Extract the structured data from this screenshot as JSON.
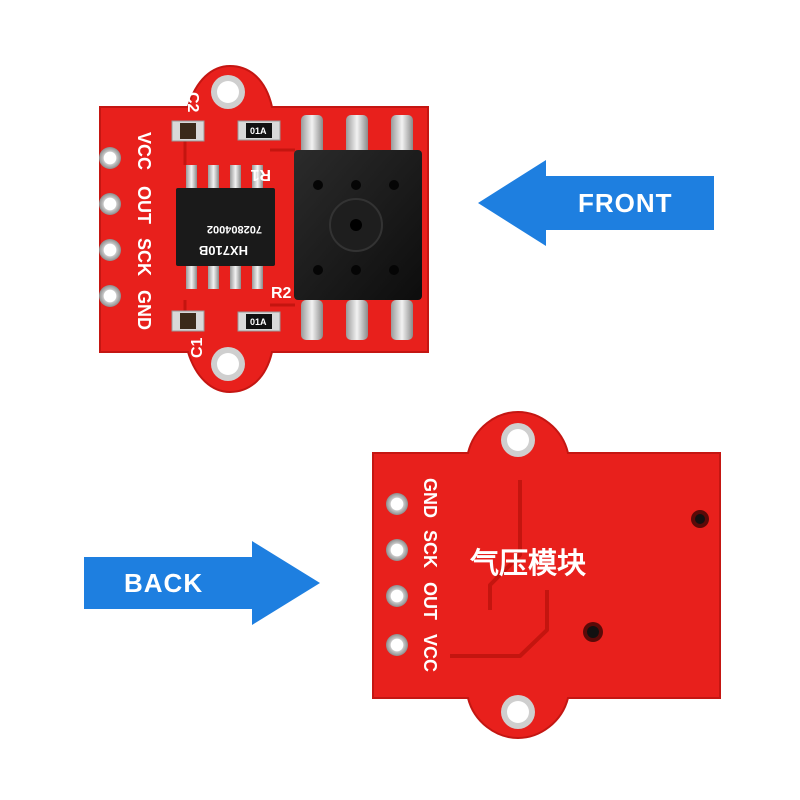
{
  "arrows": {
    "front_label": "FRONT",
    "back_label": "BACK",
    "color": "#1e7fe0"
  },
  "front_board": {
    "pins": [
      "VCC",
      "OUT",
      "SCK",
      "GND"
    ],
    "refs": {
      "c2": "C2",
      "c1": "C1",
      "r1": "R1",
      "r2": "R2"
    },
    "resistor_code": "01A",
    "chip_line1": "HX710B",
    "chip_line2": "702804002",
    "pcb_color": "#e8201c"
  },
  "back_board": {
    "pins": [
      "GND",
      "SCK",
      "OUT",
      "VCC"
    ],
    "title": "气压模块",
    "pcb_color": "#e8201c"
  }
}
